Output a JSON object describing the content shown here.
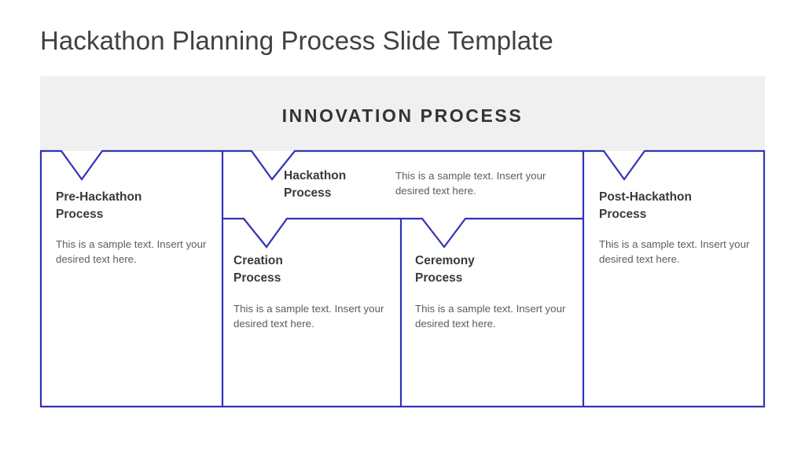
{
  "slide": {
    "title": "Hackathon Planning Process Slide Template",
    "banner_title": "INNOVATION PROCESS"
  },
  "theme": {
    "outline_color": "#3333b5",
    "banner_bg": "#f0f0f0",
    "heading_color": "#3a3a3a",
    "body_color": "#5c5c5c",
    "title_color": "#404040"
  },
  "nodes": {
    "pre_hackathon": {
      "heading": "Pre-Hackathon\nProcess",
      "body": "This is a sample text. Insert your desired text here."
    },
    "hackathon": {
      "heading": "Hackathon\nProcess",
      "body": "This is a sample text. Insert your desired text here."
    },
    "creation": {
      "heading": "Creation\nProcess",
      "body": "This is a sample text. Insert your desired text here."
    },
    "ceremony": {
      "heading": "Ceremony\nProcess",
      "body": "This is a sample text. Insert your desired text here."
    },
    "post_hackathon": {
      "heading": "Post-Hackathon\nProcess",
      "body": "This is a sample text. Insert your desired text here."
    }
  }
}
